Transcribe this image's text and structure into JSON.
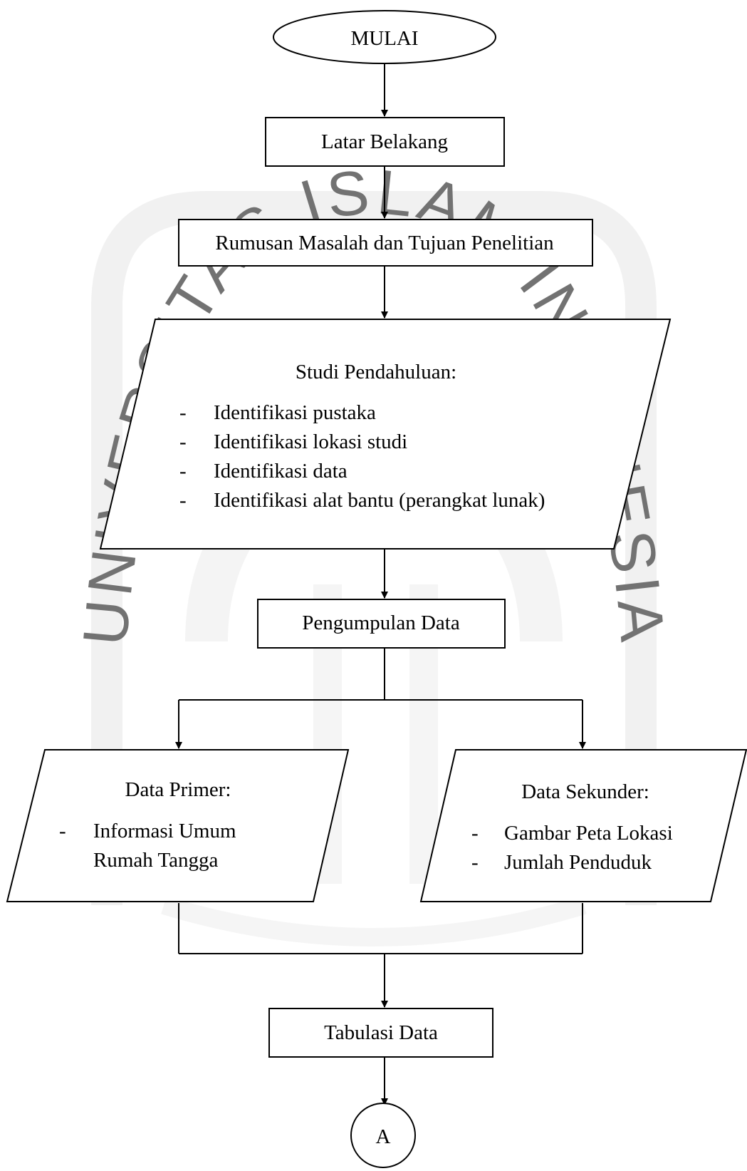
{
  "colors": {
    "stroke": "#000000",
    "fill": "#ffffff",
    "watermark": "#e9e9e9"
  },
  "watermark": {
    "arc_text": "UNIVERSITAS ISLAM INDONESIA"
  },
  "flowchart": {
    "start": "MULAI",
    "background": "Latar Belakang",
    "problem": "Rumusan Masalah dan Tujuan Penelitian",
    "preliminary": {
      "title": "Studi Pendahuluan:",
      "items": [
        "Identifikasi pustaka",
        "Identifikasi lokasi studi",
        "Identifikasi data",
        "Identifikasi alat bantu (perangkat lunak)"
      ]
    },
    "collection": "Pengumpulan Data",
    "primary": {
      "title": "Data Primer:",
      "items": [
        {
          "lines": [
            "Informasi Umum",
            "Rumah Tangga"
          ]
        }
      ]
    },
    "secondary": {
      "title": "Data Sekunder:",
      "items": [
        "Gambar Peta Lokasi",
        "Jumlah Penduduk"
      ]
    },
    "tabulation": "Tabulasi Data",
    "connector": "A"
  }
}
